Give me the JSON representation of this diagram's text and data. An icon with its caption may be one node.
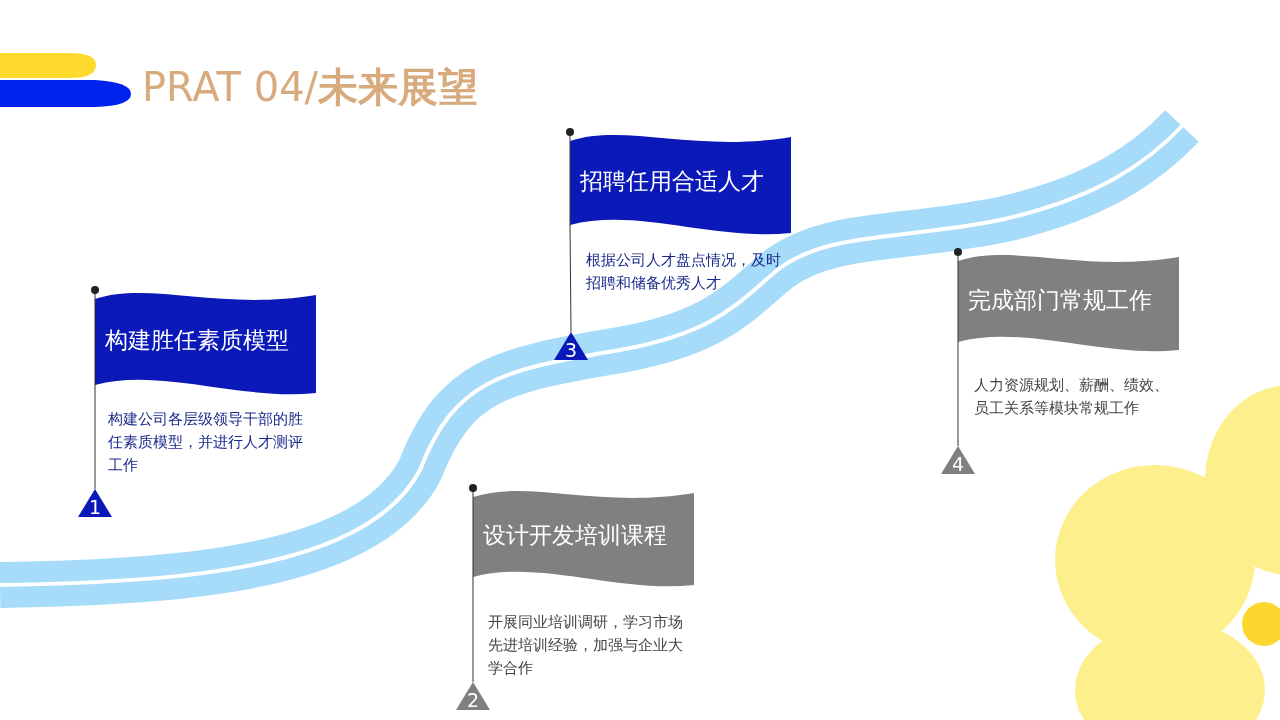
{
  "diagram": {
    "title": "PRAT 04/**未来展望**",
    "nodes": [
      {
        "text": [
          "构建胜任素质模型"
        ]
      },
      {
        "text": [
          "1"
        ]
      },
      {
        "text": [
          "设计开发培训课程"
        ]
      },
      {
        "text": [
          "2"
        ]
      },
      {
        "text": [
          "招聘任用合适人才"
        ]
      },
      {
        "text": [
          "3"
        ]
      },
      {
        "text": [
          "完成部门常规工作"
        ]
      },
      {
        "text": [
          "4"
        ]
      }
    ],
    "edges": [
      {
        "from": 0,
        "to": 1,
        "arrow": "none"
      },
      {
        "from": 2,
        "to": 3,
        "arrow": "none"
      },
      {
        "from": 4,
        "to": 5,
        "arrow": "none"
      },
      {
        "from": 6,
        "to": 7,
        "arrow": "none"
      }
    ],
    "labels": [
      "根据公司人才盘点情况，及时招聘和储备优秀人才",
      "人力资源规划、薪酬、绩效、员工关系等模块常规工作",
      "构建公司各层级领导干部的胜任素质模型，并进行人才测评工作",
      "开展同业培训调研，学习市场先进培训经验，加强与企业大学合作"
    ]
  }
}
